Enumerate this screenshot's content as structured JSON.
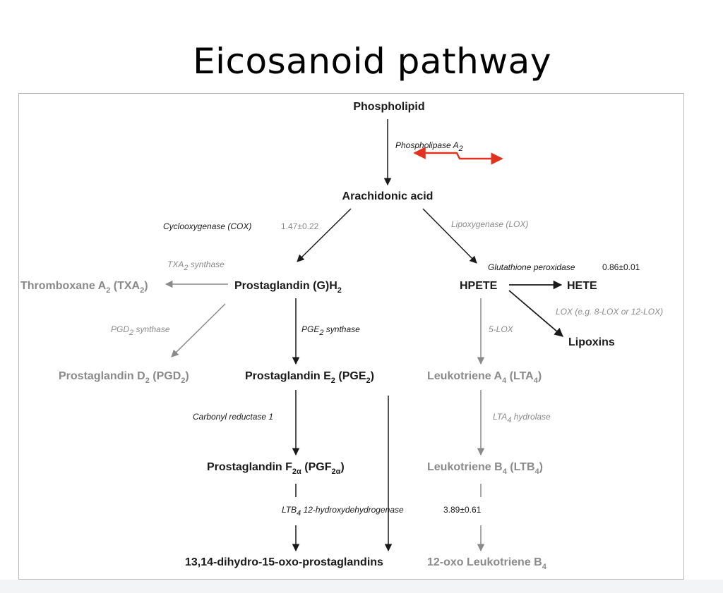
{
  "title": "Eicosanoid pathway",
  "nodes": {
    "phospholipid": "Phospholipid",
    "arachidonic_acid": "Arachidonic acid",
    "thromboxane": {
      "a": "Thromboxane A",
      "b": " (TXA",
      "c": ")",
      "sub": "2"
    },
    "pgh2": {
      "a": "Prostaglandin (G)H",
      "sub": "2"
    },
    "hpete": "HPETE",
    "hete": "HETE",
    "lipoxins": "Lipoxins",
    "pgd2": {
      "a": "Prostaglandin D",
      "b": " (PGD",
      "c": ")",
      "sub": "2"
    },
    "pge2": {
      "a": "Prostaglandin E",
      "b": " (PGE",
      "c": ")",
      "sub": "2"
    },
    "lta4": {
      "a": "Leukotriene A",
      "b": " (LTA",
      "c": ")",
      "sub": "4"
    },
    "pgf2a": {
      "a": "Prostaglandin F",
      "b": " (PGF",
      "c": ")",
      "sub": "2α"
    },
    "ltb4": {
      "a": "Leukotriene B",
      "b": " (LTB",
      "c": ")",
      "sub": "4"
    },
    "oxo_pg": "13,14-dihydro-15-oxo-prostaglandins",
    "oxo_ltb4": {
      "a": "12-oxo Leukotriene B",
      "sub": "4"
    }
  },
  "enzymes": {
    "pla2": {
      "a": "Phospholipase A",
      "sub": "2"
    },
    "cox": "Cyclooxygenase (COX)",
    "lox": "Lipoxygenase (LOX)",
    "txa2_synthase": {
      "a": "TXA",
      "sub": "2",
      "b": " synthase"
    },
    "gpx": "Glutathione peroxidase",
    "lox_alt": "LOX (e.g. 8-LOX or 12-LOX)",
    "pgd2_synthase": {
      "a": "PGD",
      "sub": "2",
      "b": " synthase"
    },
    "pge2_synthase": {
      "a": "PGE",
      "sub": "2",
      "b": " synthase"
    },
    "five_lox": "5-LOX",
    "cbr1": "Carbonyl reductase 1",
    "lta4_hydrolase": {
      "a": "LTA",
      "sub": "4",
      "b": " hydrolase"
    },
    "ltb4_dh": {
      "a": "LTB",
      "sub": "4",
      "b": " 12-hydroxydehydrogenase"
    }
  },
  "values": {
    "cox": "1.47±0.22",
    "gpx": "0.86±0.01",
    "ltb4_dh": "3.89±0.61"
  },
  "colors": {
    "active": "#1a1a1a",
    "inactive": "#8a8a8a",
    "highlight_arrow": "#e0321e"
  }
}
